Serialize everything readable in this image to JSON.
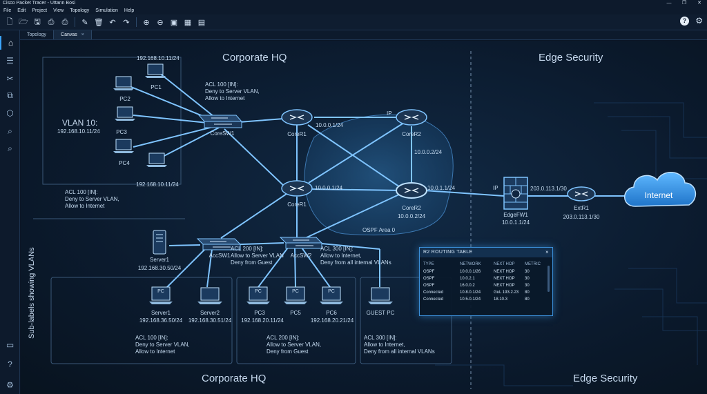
{
  "window": {
    "title": "Cisco Packet Tracer - Uttann Bosi"
  },
  "menu": [
    "File",
    "Edit",
    "Project",
    "View",
    "Topology",
    "Simulation",
    "Help"
  ],
  "toolbar_icons": [
    "new-file-icon",
    "open-folder-icon",
    "save-icon",
    "print-icon",
    "print-preview-icon",
    "edit-icon",
    "delete-icon",
    "undo-icon",
    "redo-icon",
    "zoom-in-icon",
    "zoom-out-icon",
    "screen-icon",
    "palette-icon",
    "grid-icon"
  ],
  "tabs": [
    {
      "label": "Topology"
    },
    {
      "label": "Canvas",
      "close": "×"
    }
  ],
  "regions": {
    "corporate_hq_top": "Corporate HQ",
    "edge_security_top": "Edge Security",
    "corporate_hq_bottom": "Corporate HQ",
    "edge_security_bottom": "Edge Security",
    "sidebar_vertical": "Sub-labels showing VLANs"
  },
  "vlan10": {
    "title": "VLAN 10:",
    "subnet": "192.168.10.11/24"
  },
  "devices": {
    "pc1": {
      "name": "PC1",
      "ip": "192.168.10.11/24"
    },
    "pc2": {
      "name": "PC2"
    },
    "pc3": {
      "name": "PC3"
    },
    "pc4": {
      "name": "PC4",
      "ip": "192.168.10.11/24"
    },
    "coresw1": {
      "name": "CoreSW1"
    },
    "corer1_top": {
      "name": "CoreR1",
      "ip": "10.0.0.1/24"
    },
    "corer2_top": {
      "name": "CoreR2",
      "ip_label": "IP",
      "ip": "10.0.0.2/24"
    },
    "corer1_mid": {
      "name": "CoreR1",
      "ip": "10.0.0.1/24"
    },
    "corer2_mid": {
      "name": "CoreR2",
      "ip": "10.0.0.2/24",
      "link_ip": "10.0.1.1/24"
    },
    "ospf": {
      "label": "OSPF Area 0"
    },
    "edgefw1": {
      "name": "EdgeFW1",
      "ip": "10.0.1.1/24",
      "ip_label": "IP"
    },
    "extr1": {
      "name": "ExtR1",
      "ip": "203.0.113.1/30",
      "link_ip": "203.0.113.1/30"
    },
    "internet": {
      "name": "Internet"
    },
    "server1_top": {
      "name": "Server1",
      "ip": "192.168.30.50/24"
    },
    "accsw1": {
      "name": "AccSW1"
    },
    "accsw2": {
      "name": "AccSW2"
    },
    "server1_pc": {
      "name": "Server1",
      "ip": "192.168.36.50/24"
    },
    "server2": {
      "name": "Server2",
      "ip": "192.168.30.51/24"
    },
    "pc3b": {
      "name": "PC3",
      "ip": "192.168.20.11/24"
    },
    "pc5": {
      "name": "PC5"
    },
    "pc6": {
      "name": "PC6",
      "ip": "192.168.20.21/24"
    },
    "guest": {
      "name": "GUEST PC"
    },
    "pc_tag": "PC"
  },
  "acls": {
    "acl100_top": {
      "title": "ACL 100 [IN]:",
      "l1": "Deny to Server VLAN,",
      "l2": "Allow to Internet"
    },
    "acl100_left": {
      "title": "ACL 100 [IN]:",
      "l1": "Deny to Server VLAN,",
      "l2": "Allow to Internet"
    },
    "acl200_mid": {
      "title": "ACL 200 [IN]:",
      "l1": "Allow to Server VLAN",
      "l2": "Deny from Guest"
    },
    "acl300_mid": {
      "title": "ACL 300 [IN]:",
      "l1": "Allow to Internet,",
      "l2": "Deny from all internal VLANs"
    },
    "acl100_bottom": {
      "title": "ACL 100 [IN]:",
      "l1": "Deny to Server VLAN,",
      "l2": "Allow to Internet"
    },
    "acl200_bottom": {
      "title": "ACL 200 [IN]:",
      "l1": "Allow to Server VLAN,",
      "l2": "Deny from Guest"
    },
    "acl300_bottom": {
      "title": "ACL 300 [IN]:",
      "l1": "Allow to Internet,",
      "l2": "Deny from all internal VLANs"
    }
  },
  "routing_table": {
    "title": "R2 ROUTING TABLE",
    "close": "×",
    "columns": [
      "TYPE",
      "NETWORK",
      "NEXT HOP",
      "METRIC"
    ],
    "rows": [
      [
        "OSPF",
        "10.0.0.1/26",
        "NEXT HOP",
        "30"
      ],
      [
        "OSPF",
        "10.0.2.1",
        "NEXT HOP",
        "30"
      ],
      [
        "OSPF",
        "16.0.0.2",
        "NEXT HOP",
        "30"
      ],
      [
        "Connected",
        "10.8.0.1/24",
        "GuL 193.2.23",
        "80"
      ],
      [
        "Connected",
        "10.5.0.1/24",
        "18.10.3",
        "80"
      ]
    ]
  },
  "colors": {
    "accent": "#3ba4ff",
    "link": "#7fc4ff",
    "background": "#0b1626"
  }
}
